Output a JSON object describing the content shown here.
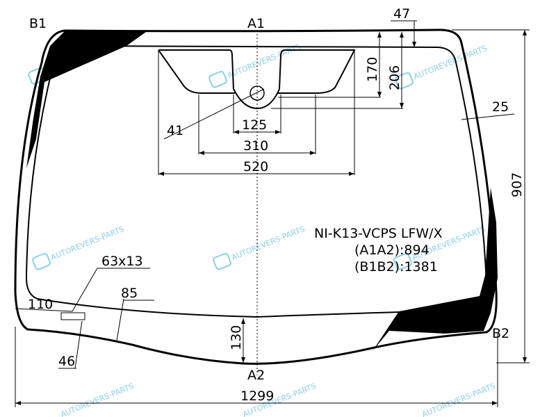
{
  "points": {
    "b1": "B1",
    "a1": "A1",
    "a2": "A2",
    "b2": "B2"
  },
  "dimensions": {
    "d47": "47",
    "d170": "170",
    "d206": "206",
    "d25": "25",
    "d907": "907",
    "d41": "41",
    "d125": "125",
    "d310": "310",
    "d520": "520",
    "d63x13": "63x13",
    "d85": "85",
    "d110": "110",
    "d130": "130",
    "d46": "46",
    "d1299": "1299"
  },
  "info": {
    "code": "NI-K13-VCPS LFW/X",
    "a1a2": "(A1A2):894",
    "b1b2": "(B1B2):1381"
  },
  "watermark": "AUTOREVERS-PARTS",
  "colors": {
    "watermark": "#2aa7d8",
    "lines": "#000000",
    "background": "#ffffff"
  }
}
